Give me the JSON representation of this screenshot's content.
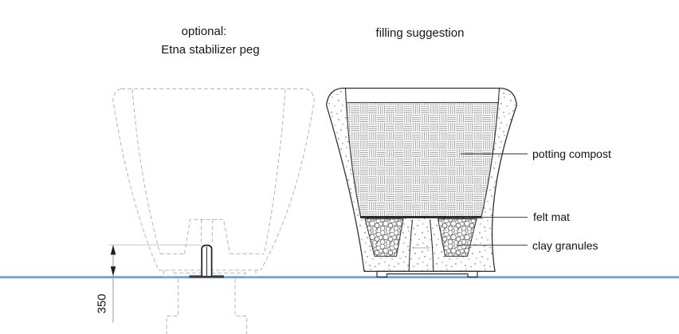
{
  "titles": {
    "optional_label": "optional:",
    "optional_subject": "Etna stabilizer peg",
    "filling": "filling suggestion"
  },
  "annotations": {
    "potting_compost": "potting compost",
    "felt_mat": "felt mat",
    "clay_granules": "clay granules"
  },
  "dimensions": {
    "peg_height": "350"
  },
  "colors": {
    "drawing_line": "#2f2f2f",
    "ghost_line": "#b5b5b5",
    "ground_line": "#7d9ec7",
    "felt_line": "#151515"
  }
}
